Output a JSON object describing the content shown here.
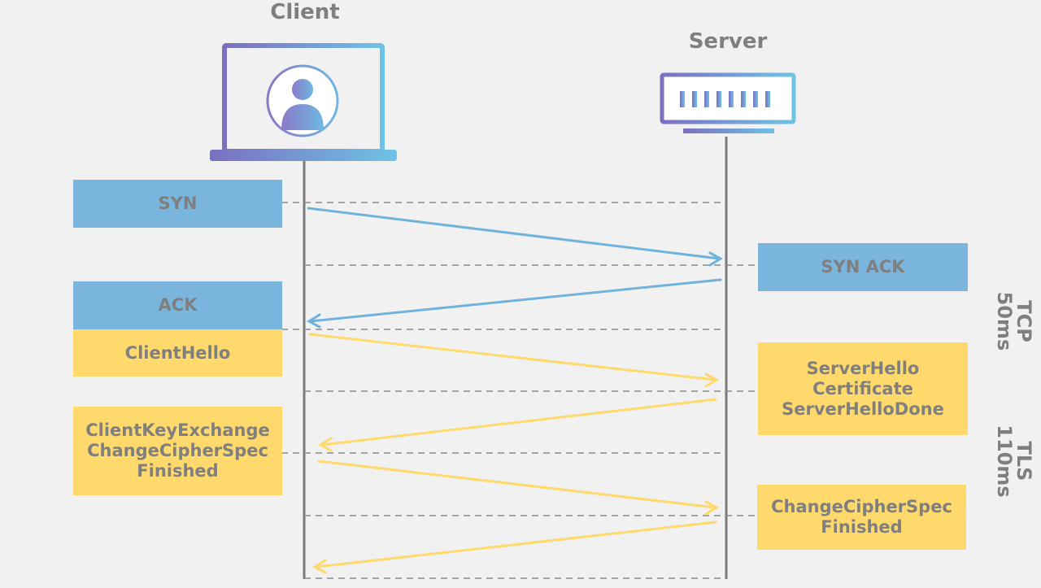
{
  "participants": {
    "client": "Client",
    "server": "Server"
  },
  "client_boxes": {
    "syn": "SYN",
    "ack": "ACK",
    "client_hello": "ClientHello",
    "client_key_exchange": "ClientKeyExchange\nChangeCipherSpec\nFinished"
  },
  "server_boxes": {
    "syn_ack": "SYN ACK",
    "server_hello": "ServerHello\nCertificate\nServerHelloDone",
    "change_cipher_spec": "ChangeCipherSpec\nFinished"
  },
  "phases": {
    "tcp": "TCP\n50ms",
    "tls": "TLS\n110ms"
  },
  "colors": {
    "background": "#f1f1f1",
    "blue": "#79b5dc",
    "yellow": "#ffd96b",
    "text": "#7f7f7f",
    "lifeline": "#7a7a7a",
    "purple": "#7b6fc0",
    "cyan": "#6ec3e6"
  },
  "icons": {
    "client": "laptop-user-icon",
    "server": "server-rack-icon"
  }
}
